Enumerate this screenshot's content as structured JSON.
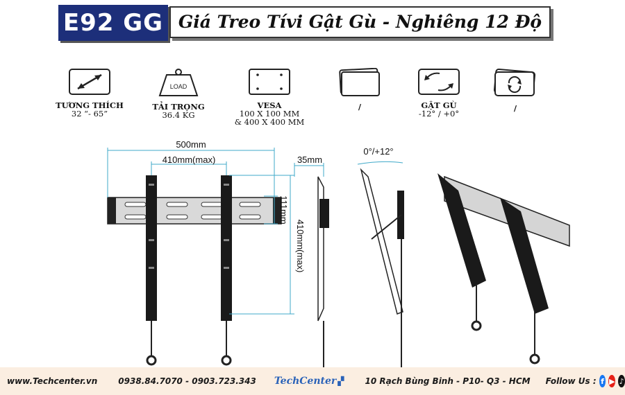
{
  "header": {
    "model": "E92 GG",
    "title": "Giá Treo Tívi Gật Gù - Nghiêng 12 Độ"
  },
  "features": [
    {
      "icon": "diagonal-arrow-icon",
      "title": "TƯƠNG THÍCH",
      "sub": "32 “- 65”"
    },
    {
      "icon": "weight-load-icon",
      "icon_text": "LOAD",
      "title": "TẢI TRỌNG",
      "sub": "36.4 KG"
    },
    {
      "icon": "vesa-pattern-icon",
      "title": "VESA",
      "sub": "100 X 100 MM",
      "sub2": "& 400 X 400 MM"
    },
    {
      "icon": "stacked-screens-icon",
      "title": "/"
    },
    {
      "icon": "tilt-rotate-icon",
      "title": "GẬT GÙ",
      "sub": "-12° / +0°"
    },
    {
      "icon": "swivel-rotate-icon",
      "title": "/"
    }
  ],
  "dimensions": {
    "width_total": "500mm",
    "width_max": "410mm(max)",
    "height_plate": "111mm",
    "height_max": "410mm(max)",
    "depth": "35mm",
    "tilt": "0°/+12°"
  },
  "footer": {
    "website": "www.Techcenter.vn",
    "phones": "0938.84.7070 - 0903.723.343",
    "brand": "TechCenter",
    "address": "10 Rạch Bùng Binh - P10- Q3 - HCM",
    "follow": "Follow Us :"
  },
  "colors": {
    "badge": "#1d2f7a",
    "dimension_line": "#3fa9c9",
    "footer_bg": "#fbeee1",
    "facebook": "#1877f2",
    "youtube": "#e62117",
    "tiktok": "#111111",
    "brand_blue": "#2a62b8"
  }
}
